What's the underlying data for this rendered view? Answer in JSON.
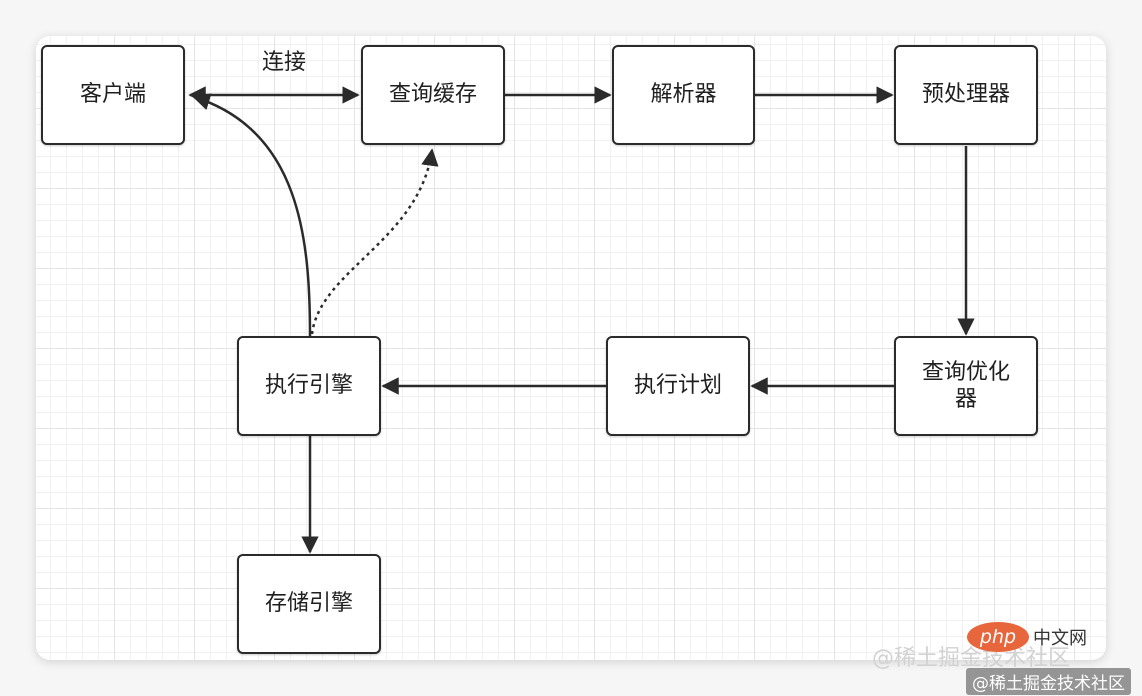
{
  "nodes": {
    "client": "客户端",
    "query_cache": "查询缓存",
    "parser": "解析器",
    "preprocessor": "预处理器",
    "query_optimizer": "查询优化器",
    "execution_plan": "执行计划",
    "execution_engine": "执行引擎",
    "storage_engine": "存储引擎"
  },
  "edges": {
    "connect_label": "连接"
  },
  "watermarks": {
    "faint": "@稀土掘金技术社区",
    "bottom": "@稀土掘金技术社区",
    "php_badge": "php",
    "php_site": "中文网"
  }
}
